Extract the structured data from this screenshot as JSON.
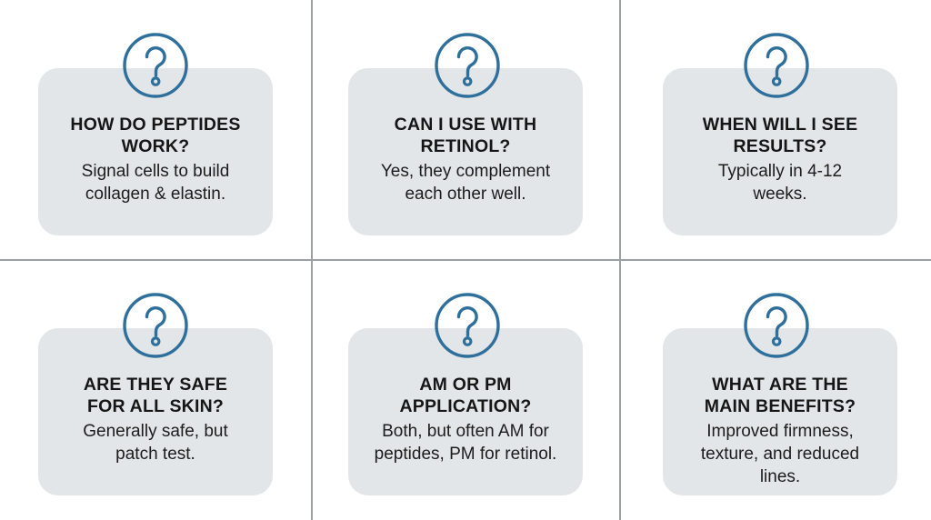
{
  "theme": {
    "background": "#ffffff",
    "card_fill": "#e2e6e8",
    "divider_color": "#9aa0a4",
    "icon_color": "#2f6f9b",
    "title_color": "#161616",
    "answer_color": "#1c1c1c"
  },
  "icon": {
    "name": "question-mark-circle-icon",
    "label": "question mark in circle"
  },
  "grid": {
    "columns": 3,
    "rows": 2
  },
  "faqs": [
    {
      "title": "HOW DO PEPTIDES\nWORK?",
      "answer": "Signal cells to build\ncollagen & elastin."
    },
    {
      "title": "CAN I USE WITH\nRETINOL?",
      "answer": "Yes, they complement\neach other well."
    },
    {
      "title": "WHEN WILL I SEE\nRESULTS?",
      "answer": "Typically in 4-12\nweeks."
    },
    {
      "title": "ARE THEY SAFE\nFOR ALL SKIN?",
      "answer": "Generally safe, but\npatch test."
    },
    {
      "title": "AM OR PM\nAPPLICATION?",
      "answer": "Both, but often AM for\npeptides, PM for retinol."
    },
    {
      "title": "WHAT ARE THE\nMAIN BENEFITS?",
      "answer": "Improved firmness,\ntexture, and reduced\nlines."
    }
  ]
}
